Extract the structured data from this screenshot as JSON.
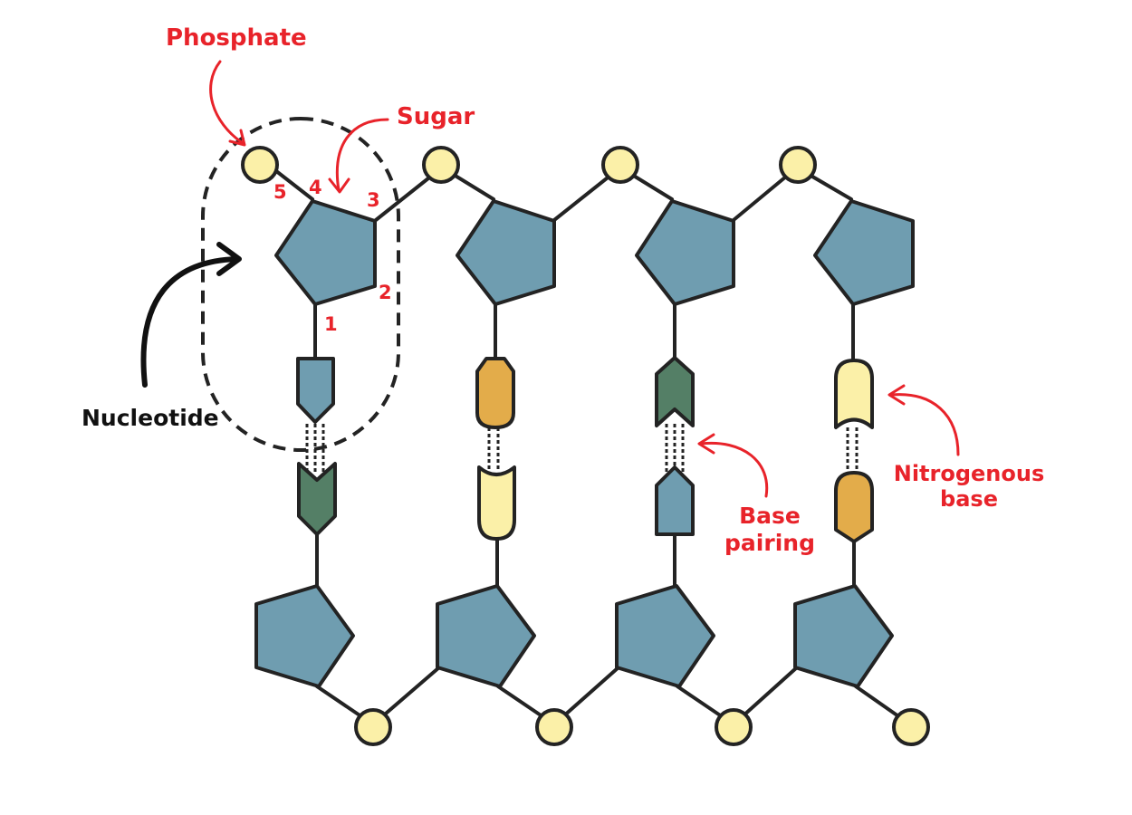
{
  "labels": {
    "phosphate": "Phosphate",
    "sugar": "Sugar",
    "nucleotide": "Nucleotide",
    "base_pairing_line1": "Base",
    "base_pairing_line2": "pairing",
    "nitrogenous_line1": "Nitrogenous",
    "nitrogenous_line2": "base"
  },
  "carbon_numbers": {
    "c1": "1",
    "c2": "2",
    "c3": "3",
    "c4": "4",
    "c5": "5"
  },
  "colors": {
    "phosphate": "#fbf0a8",
    "sugar": "#6f9db0",
    "base_blue": "#6f9db0",
    "base_orange": "#e3ac4a",
    "base_green": "#547f66",
    "base_yellow": "#fbf0a8",
    "outline": "#232323",
    "annotation": "#e8232a"
  }
}
